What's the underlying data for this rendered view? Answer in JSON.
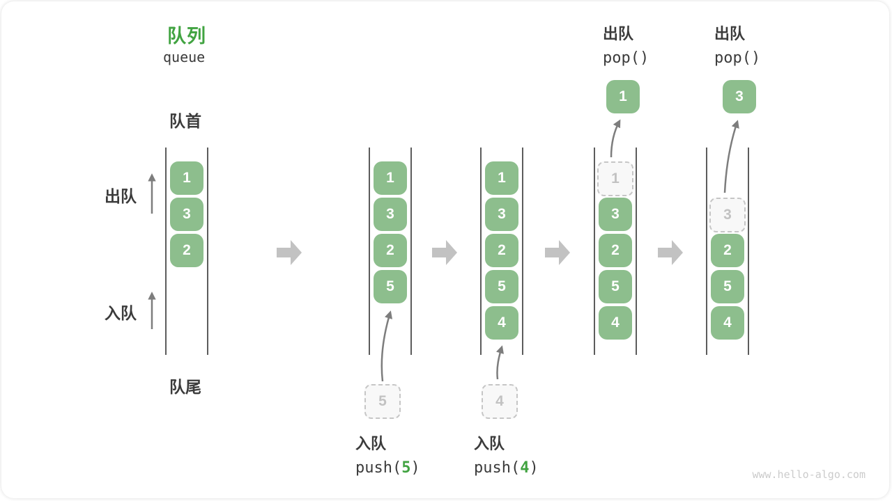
{
  "header": {
    "title": "队列",
    "subtitle": "queue"
  },
  "labels": {
    "front": "队首",
    "rear": "队尾",
    "dequeue_side": "出队",
    "enqueue_side": "入队"
  },
  "states": [
    {
      "slots": [
        {
          "v": "1",
          "t": "filled"
        },
        {
          "v": "3",
          "t": "filled"
        },
        {
          "v": "2",
          "t": "filled"
        }
      ]
    },
    {
      "slots": [
        {
          "v": "1",
          "t": "filled"
        },
        {
          "v": "3",
          "t": "filled"
        },
        {
          "v": "2",
          "t": "filled"
        },
        {
          "v": "5",
          "t": "filled"
        }
      ],
      "staged": "5"
    },
    {
      "slots": [
        {
          "v": "1",
          "t": "filled"
        },
        {
          "v": "3",
          "t": "filled"
        },
        {
          "v": "2",
          "t": "filled"
        },
        {
          "v": "5",
          "t": "filled"
        },
        {
          "v": "4",
          "t": "filled"
        }
      ],
      "staged": "4"
    },
    {
      "slots": [
        {
          "v": "1",
          "t": "dashed"
        },
        {
          "v": "3",
          "t": "filled"
        },
        {
          "v": "2",
          "t": "filled"
        },
        {
          "v": "5",
          "t": "filled"
        },
        {
          "v": "4",
          "t": "filled"
        }
      ],
      "popped": "1"
    },
    {
      "slots": [
        {
          "t": "empty"
        },
        {
          "v": "3",
          "t": "dashed"
        },
        {
          "v": "2",
          "t": "filled"
        },
        {
          "v": "5",
          "t": "filled"
        },
        {
          "v": "4",
          "t": "filled"
        }
      ],
      "popped": "3"
    }
  ],
  "operations": {
    "push5": {
      "line1": "入队",
      "pre": "push(",
      "num": "5",
      "post": ")"
    },
    "push4": {
      "line1": "入队",
      "pre": "push(",
      "num": "4",
      "post": ")"
    },
    "pop1": {
      "line1": "出队",
      "line2": "pop()"
    },
    "pop2": {
      "line1": "出队",
      "line2": "pop()"
    }
  },
  "watermark": "www.hello-algo.com",
  "colors": {
    "box_green": "#8DBE8D",
    "accent_green": "#41A341",
    "text_dark": "#3B3B3B",
    "block_arrow": "#C2C2C2",
    "thin_arrow": "#7D7D7D",
    "wall": "#5C5C5C",
    "dashed_border": "#C6C6C6",
    "dashed_text": "#C2C2C2",
    "watermark_gray": "#CBCBCB"
  }
}
